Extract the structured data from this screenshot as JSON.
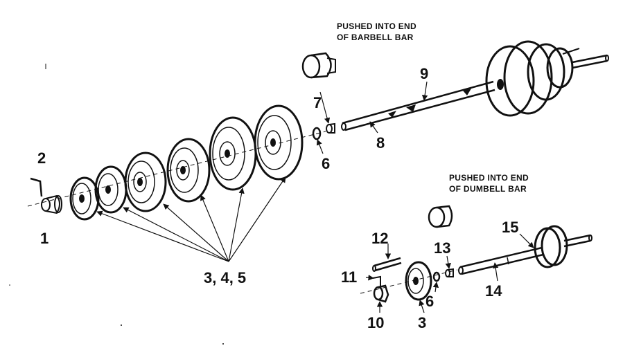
{
  "colors": {
    "ink": "#111111",
    "paper": "#ffffff"
  },
  "callouts": {
    "barbell_line1": "PUSHED INTO END",
    "barbell_line2": "OF BARBELL BAR",
    "dumbell_line1": "PUSHED INTO END",
    "dumbell_line2": "OF DUMBELL BAR"
  },
  "labels": {
    "p1": "1",
    "p2": "2",
    "p345": "3, 4, 5",
    "p6_upper": "6",
    "p7": "7",
    "p8": "8",
    "p9": "9",
    "p12": "12",
    "p11": "11",
    "p10": "10",
    "p3_lower": "3",
    "p6_lower": "6",
    "p13": "13",
    "p14": "14",
    "p15": "15"
  }
}
